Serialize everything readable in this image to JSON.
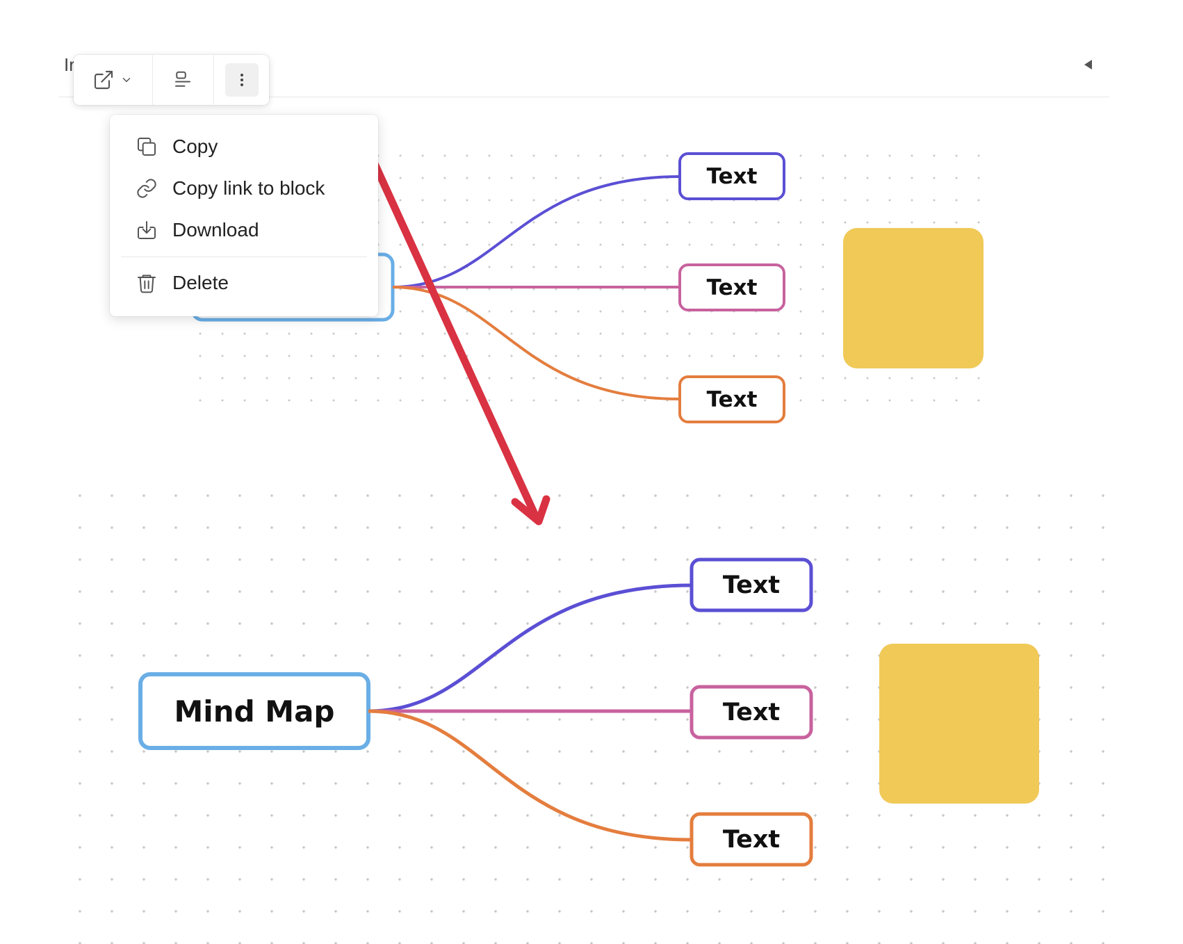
{
  "header": {
    "title_stub": "Ir"
  },
  "toolbar": {
    "open_icon": "external-link-icon",
    "dropdown_icon": "chevron-down-icon",
    "align_icon": "align-icon",
    "more_icon": "more-vertical-icon"
  },
  "menu": {
    "items": [
      {
        "label": "Copy",
        "icon": "copy-icon"
      },
      {
        "label": "Copy link to block",
        "icon": "link-icon"
      },
      {
        "label": "Download",
        "icon": "download-icon"
      },
      {
        "label": "Delete",
        "icon": "trash-icon"
      }
    ]
  },
  "mindmap_top": {
    "children": [
      {
        "label": "Text",
        "color": "#5b4fd4"
      },
      {
        "label": "Text",
        "color": "#c8629e"
      },
      {
        "label": "Text",
        "color": "#e47d3e"
      }
    ],
    "root_color": "#6aaee6",
    "sticky_color": "#f0c957"
  },
  "mindmap_bottom": {
    "root_label": "Mind Map",
    "children": [
      {
        "label": "Text",
        "color": "#5b4fd4"
      },
      {
        "label": "Text",
        "color": "#c8629e"
      },
      {
        "label": "Text",
        "color": "#e47d3e"
      }
    ],
    "root_color": "#6aaee6",
    "sticky_color": "#f0c957"
  },
  "annotation_arrow_color": "#d93242"
}
